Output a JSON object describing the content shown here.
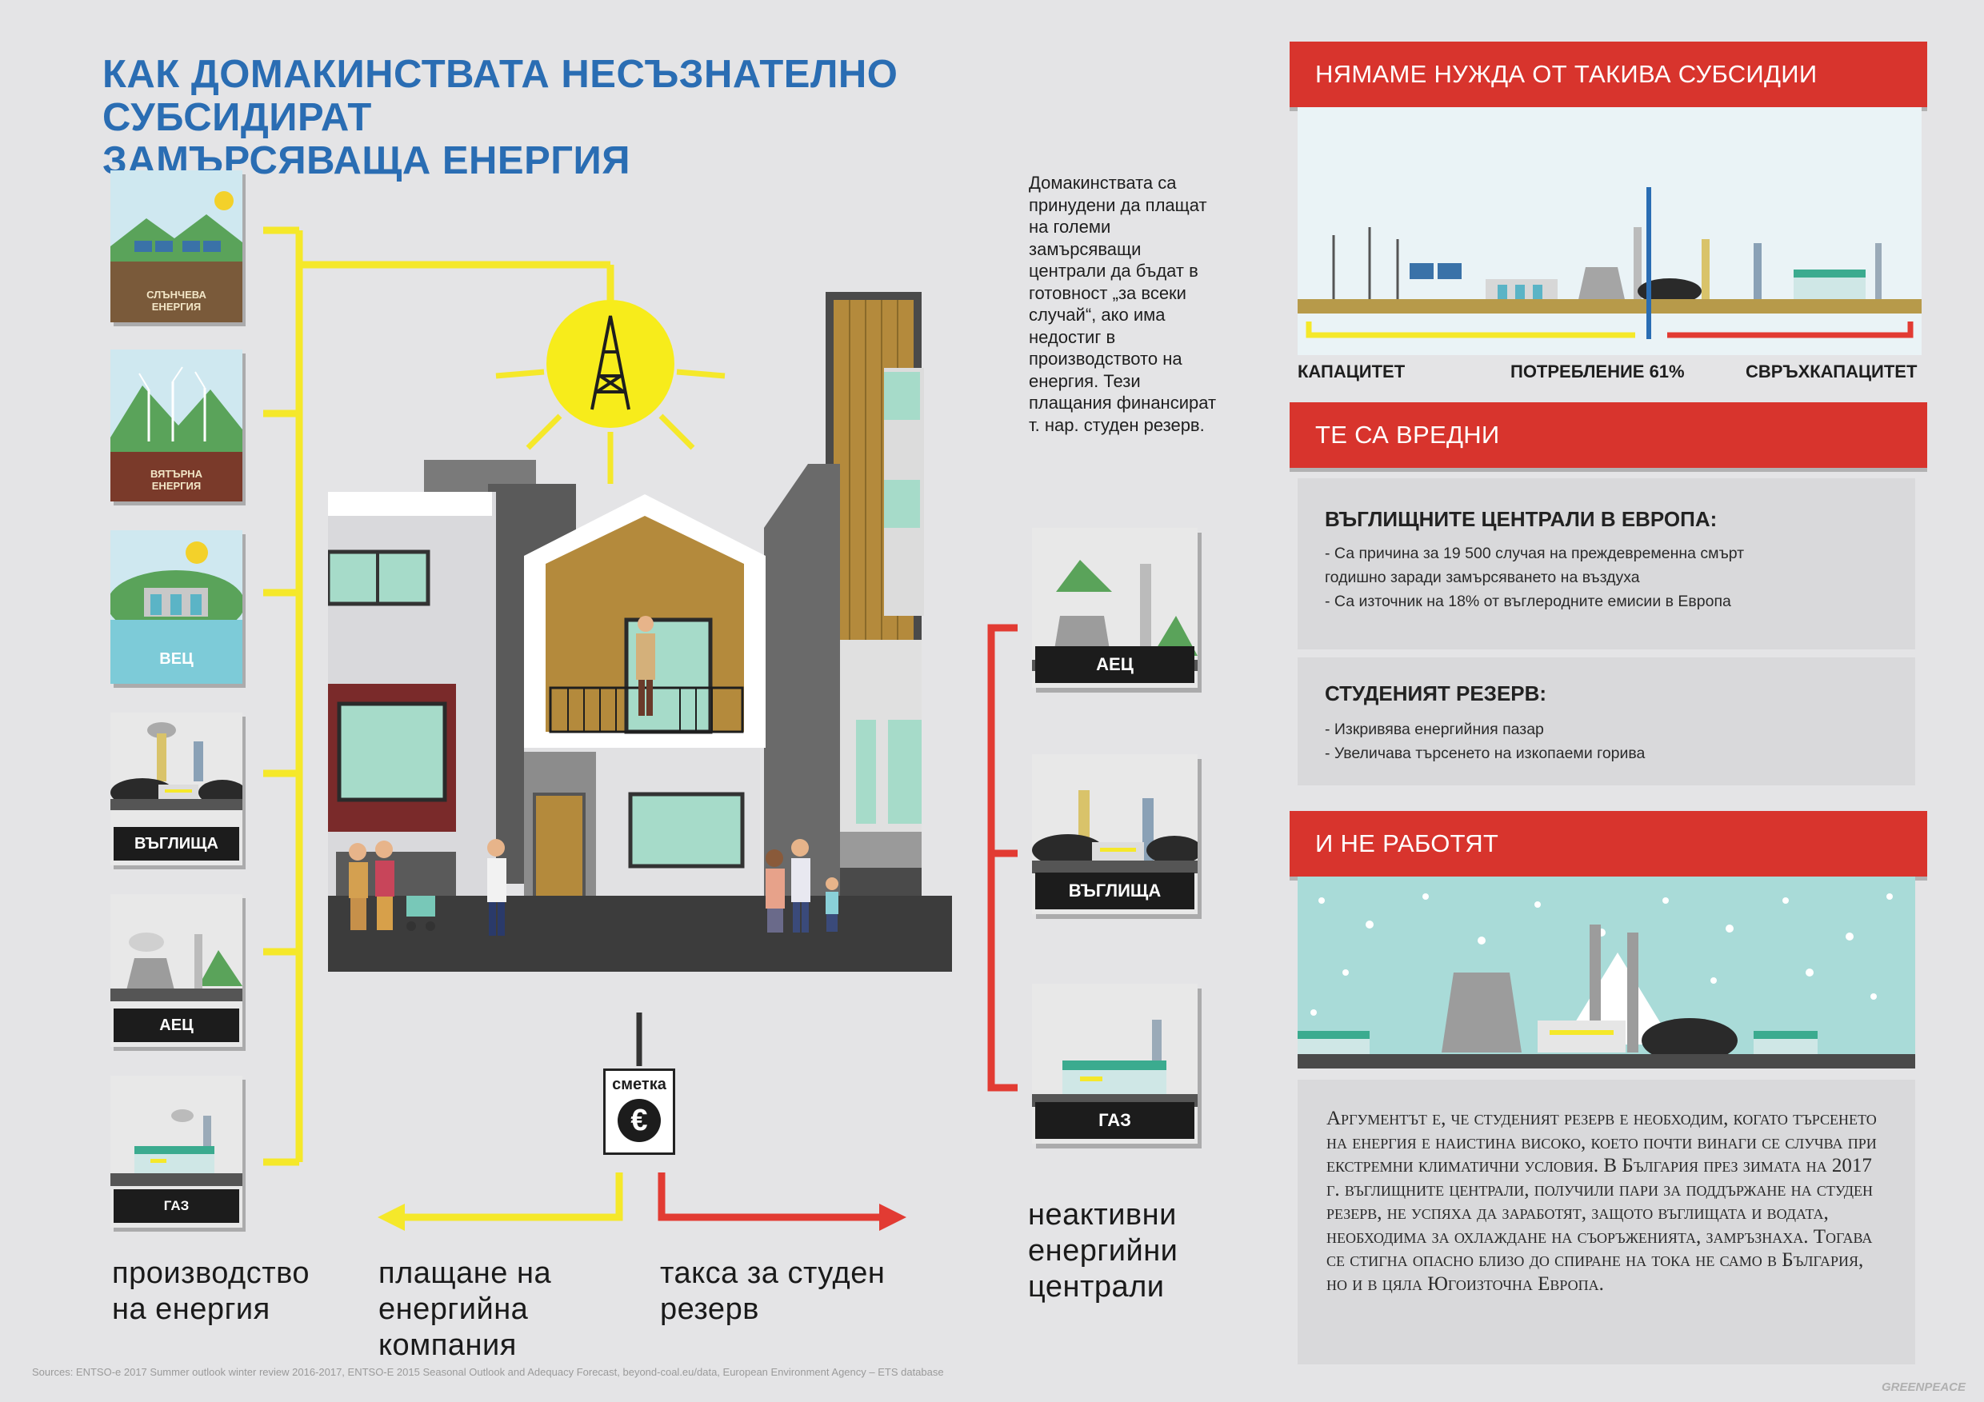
{
  "title": {
    "line1": "КАК ДОМАКИНСТВАТА НЕСЪЗНАТЕЛНО СУБСИДИРАТ",
    "line2": "ЗАМЪРСЯВАЩА ЕНЕРГИЯ"
  },
  "sources": [
    {
      "label_line1": "СЛЪНЧЕВА",
      "label_line2": "ЕНЕРГИЯ",
      "icon": "solar-icon"
    },
    {
      "label_line1": "ВЯТЪРНА",
      "label_line2": "ЕНЕРГИЯ",
      "icon": "wind-icon"
    },
    {
      "label_line1": "ВЕЦ",
      "icon": "hydro-icon"
    },
    {
      "label_line1": "ВЪГЛИЩА",
      "icon": "coal-plant-icon"
    },
    {
      "label_line1": "АЕЦ",
      "icon": "nuclear-plant-icon"
    },
    {
      "label_line1": "ГАЗ",
      "icon": "gas-plant-icon"
    }
  ],
  "intro_text": "Домакинствата са принудени да плащат на големи замърсяващи централи да бъдат в готовност „за всеки случай“, ако има недостиг в производството на енергия. Тези плащания финансират т. нар. студен резерв.",
  "idle_plants": [
    {
      "label": "АЕЦ"
    },
    {
      "label": "ВЪГЛИЩА"
    },
    {
      "label": "ГАЗ"
    }
  ],
  "bill": {
    "label": "сметка",
    "symbol": "€"
  },
  "bottom_labels": {
    "production": "производство на енергия",
    "payment": "плащане на енергийна компания",
    "fee": "такса за студен резерв",
    "inactive": "неактивни енергийни централи"
  },
  "section1": {
    "header": "НЯМАМЕ НУЖДА ОТ ТАКИВА СУБСИДИИ",
    "capacity": "КАПАЦИТЕТ",
    "consumption": "ПОТРЕБЛЕНИЕ 61%",
    "overcapacity": "СВРЪХКАПАЦИТЕТ",
    "consumption_fraction": 0.61
  },
  "section2": {
    "header": "ТЕ СА ВРЕДНИ",
    "coal_title": "ВЪГЛИЩНИТЕ ЦЕНТРАЛИ В ЕВРОПА:",
    "coal_items": [
      "- Са причина за 19 500 случая на преждевременна смърт",
      "годишно заради замърсяването на въздуха",
      "- Са източник на 18% от въглеродните емисии в Европа"
    ],
    "reserve_title": "СТУДЕНИЯТ РЕЗЕРВ:",
    "reserve_items": [
      "- Изкривява енергийния пазар",
      "- Увеличава търсенето на изкопаеми горива"
    ]
  },
  "section3": {
    "header": "И НЕ РАБОТЯТ",
    "argument": "Аргументът е, че студеният резерв е необходим, когато търсенето на енергия е наистина високо, което почти винаги се случва при екстремни климатични условия. В България през зимата на 2017 г. въглищните централи, получили пари за поддържане на студен резерв, не успяха да заработят, защото въглищата и водата, необходима за охлаждане на съоръженията, замръзнаха. Тогава се стигна опасно близо до спиране на тока не само в България, но и в цяла Югоизточна Европа."
  },
  "footer": {
    "sources": "Sources: ENTSO-e 2017 Summer outlook winter review 2016-2017, ENTSO-E 2015 Seasonal Outlook and Adequacy Forecast, beyond-coal.eu/data, European Environment Agency – ETS database",
    "logo": "GREENPEACE"
  },
  "colors": {
    "title_blue": "#2a6db3",
    "accent_yellow": "#f5e82a",
    "accent_red": "#e23b33",
    "header_red": "#d8342d",
    "background": "#e4e4e6"
  }
}
